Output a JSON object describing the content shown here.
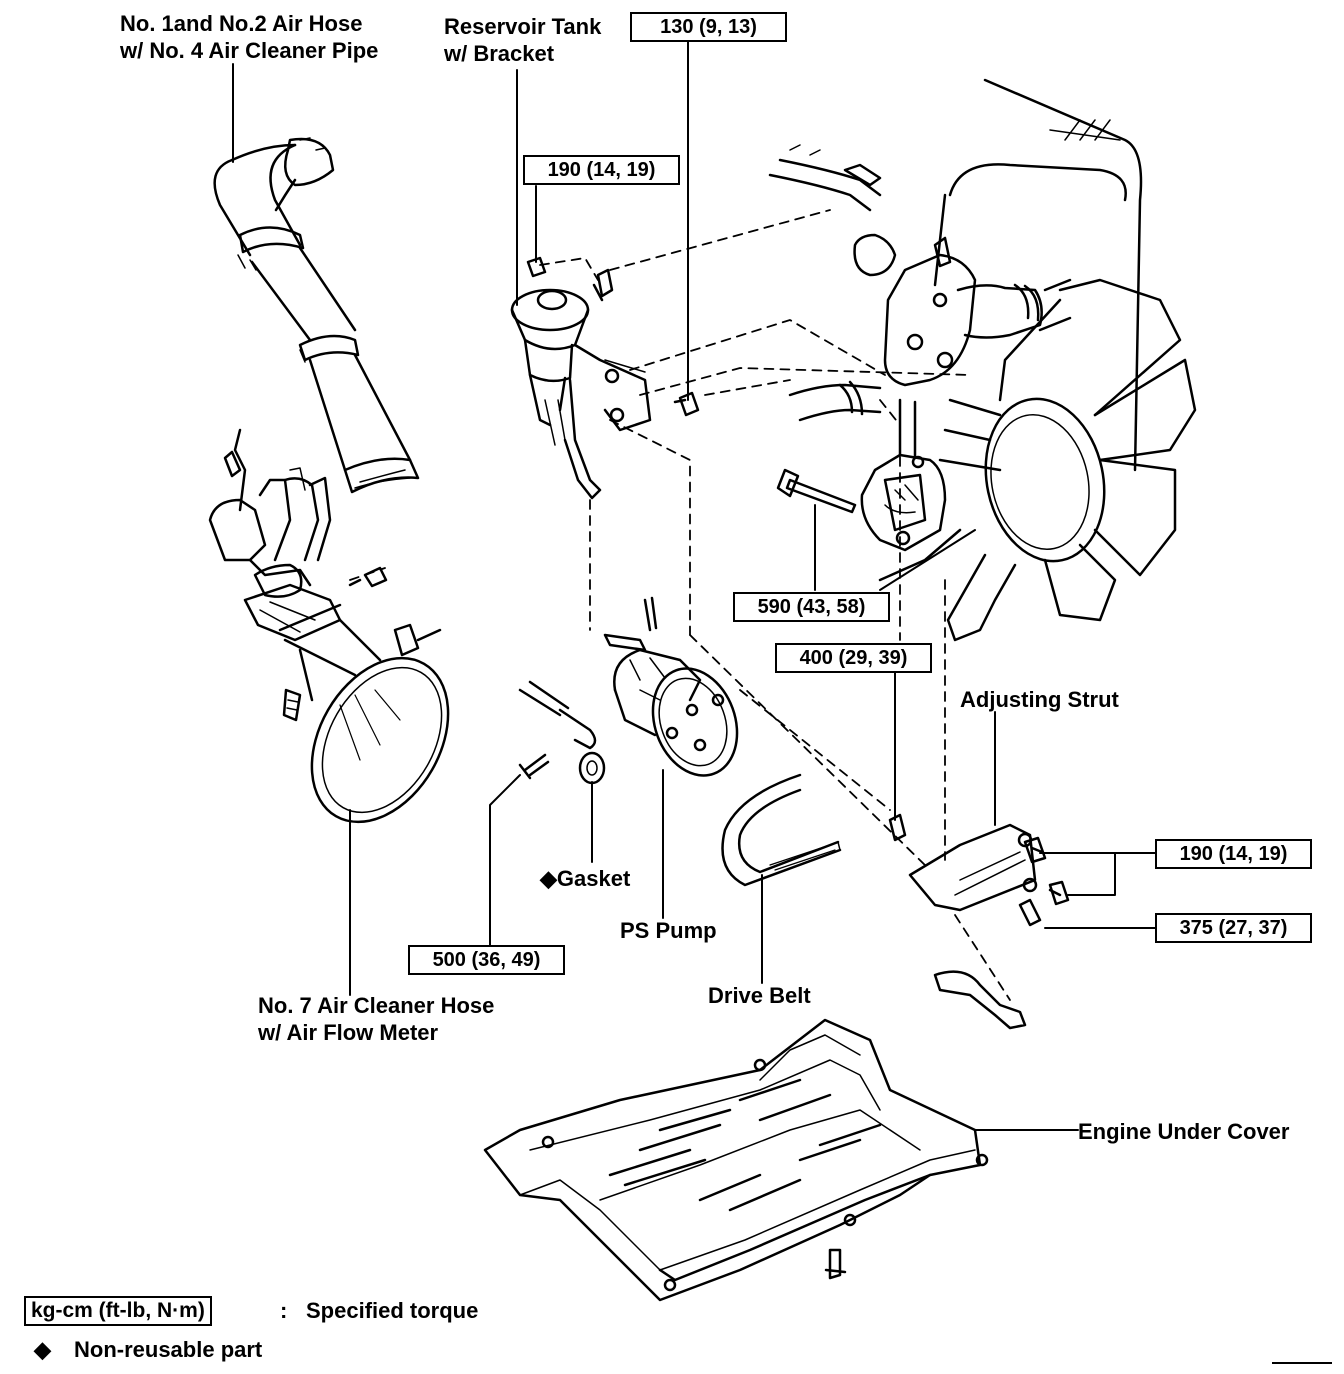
{
  "labels": {
    "air_hose": "No. 1and No.2 Air Hose",
    "air_hose_2": "w/ No. 4 Air Cleaner Pipe",
    "reservoir": "Reservoir Tank",
    "reservoir_2": "w/ Bracket",
    "adjusting_strut": "Adjusting Strut",
    "gasket": "Gasket",
    "ps_pump": "PS Pump",
    "drive_belt": "Drive Belt",
    "air_cleaner_hose": "No. 7 Air Cleaner Hose",
    "air_cleaner_hose_2": "w/ Air Flow Meter",
    "under_cover": "Engine Under Cover"
  },
  "torques": {
    "reservoir_bolt": "130 (9, 13)",
    "reservoir_nut": "190 (14, 19)",
    "pivot_bolt": "590 (43, 58)",
    "strut_bolt": "400 (29, 39)",
    "strut_nut": "190 (14, 19)",
    "strut_lower": "375 (27, 37)",
    "pump_bolt": "500 (36, 49)"
  },
  "legend": {
    "torque_unit": "kg-cm (ft-lb, N·m)",
    "torque_colon": ":",
    "torque_text": "Specified torque",
    "nonreusable_text": "Non-reusable part"
  },
  "icons": {
    "nonreusable_symbol": "diamond-icon"
  }
}
